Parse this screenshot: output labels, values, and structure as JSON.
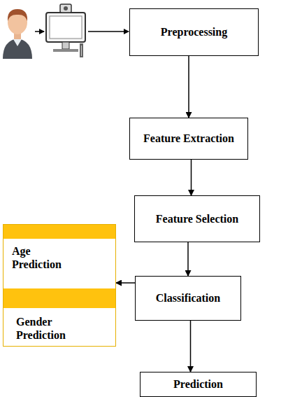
{
  "diagram": {
    "nodes": [
      {
        "text": [
          "Preprocessing"
        ]
      },
      {
        "text": [
          "Feature Extraction"
        ]
      },
      {
        "text": [
          "Feature Selection"
        ]
      },
      {
        "text": [
          "Age Prediction"
        ]
      },
      {
        "text": [
          "Gender Prediction"
        ]
      },
      {
        "text": [
          "Classification"
        ]
      },
      {
        "text": [
          "Prediction"
        ]
      }
    ],
    "edges": [
      {
        "from": 0,
        "to": 1,
        "arrow": "to"
      },
      {
        "from": 1,
        "to": 2,
        "arrow": "to"
      },
      {
        "from": 2,
        "to": 5,
        "arrow": "to"
      },
      {
        "from": 5,
        "to": 3,
        "arrow": "to"
      },
      {
        "from": 5,
        "to": 6,
        "arrow": "to"
      }
    ]
  }
}
